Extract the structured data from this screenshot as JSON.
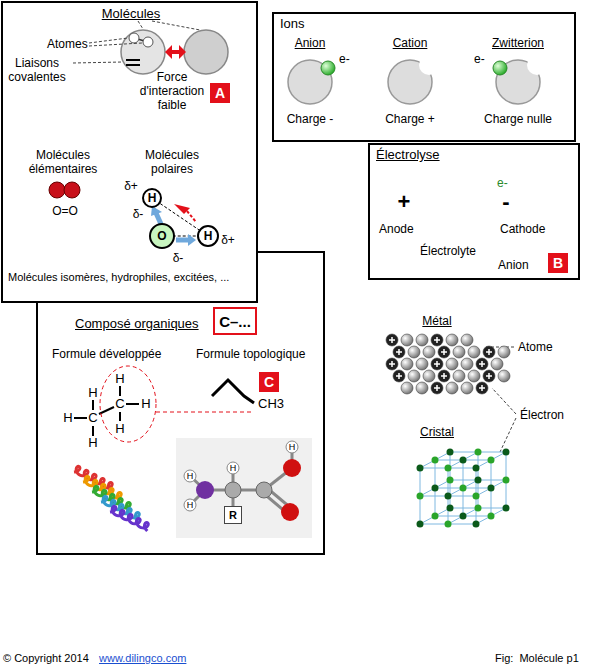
{
  "diagram": {
    "caption": "Fig:  Molécule p1",
    "nodes": [
      {
        "text": [
          "Molécules"
        ]
      },
      {
        "text": [
          "A"
        ],
        "in": 0
      },
      {
        "text": [
          "H"
        ],
        "in": 0
      },
      {
        "text": [
          "O"
        ],
        "in": 0
      },
      {
        "text": [
          "H"
        ],
        "in": 0
      },
      {
        "text": [
          "Ions"
        ]
      },
      {
        "text": [
          "Électrolyse"
        ]
      },
      {
        "text": [
          "B"
        ],
        "in": 6
      },
      {
        "text": [
          "Composé organiques"
        ]
      },
      {
        "text": [
          "C–..."
        ],
        "in": 8
      },
      {
        "text": [
          "C"
        ],
        "in": 8
      },
      {
        "text": [
          "R"
        ],
        "in": 8
      }
    ],
    "labels": [
      "Atomes",
      "Liaisons covalentes",
      "Force d'interaction faible",
      "Molécules élémentaires",
      "O=O",
      "Molécules polaires",
      "δ+",
      "δ-",
      "δ-",
      "δ+",
      "Molécules isomères, hydrophiles, excitées, ...",
      "Anion",
      "Cation",
      "Zwitterion",
      "e-",
      "e-",
      "Charge -",
      "Charge +",
      "Charge nulle",
      "+",
      "-",
      "Anode",
      "Cathode",
      "Électrolyte",
      "Anion",
      "e-",
      "Formule développée",
      "Formule topologique",
      "H",
      "H",
      "C",
      "H",
      "H",
      "C",
      "H",
      "H",
      "CH3",
      "H",
      "H",
      "H",
      "H",
      "Métal",
      "Atome",
      "Électron",
      "Cristal",
      "© Copyright 2014",
      "www.dilingco.com"
    ]
  }
}
